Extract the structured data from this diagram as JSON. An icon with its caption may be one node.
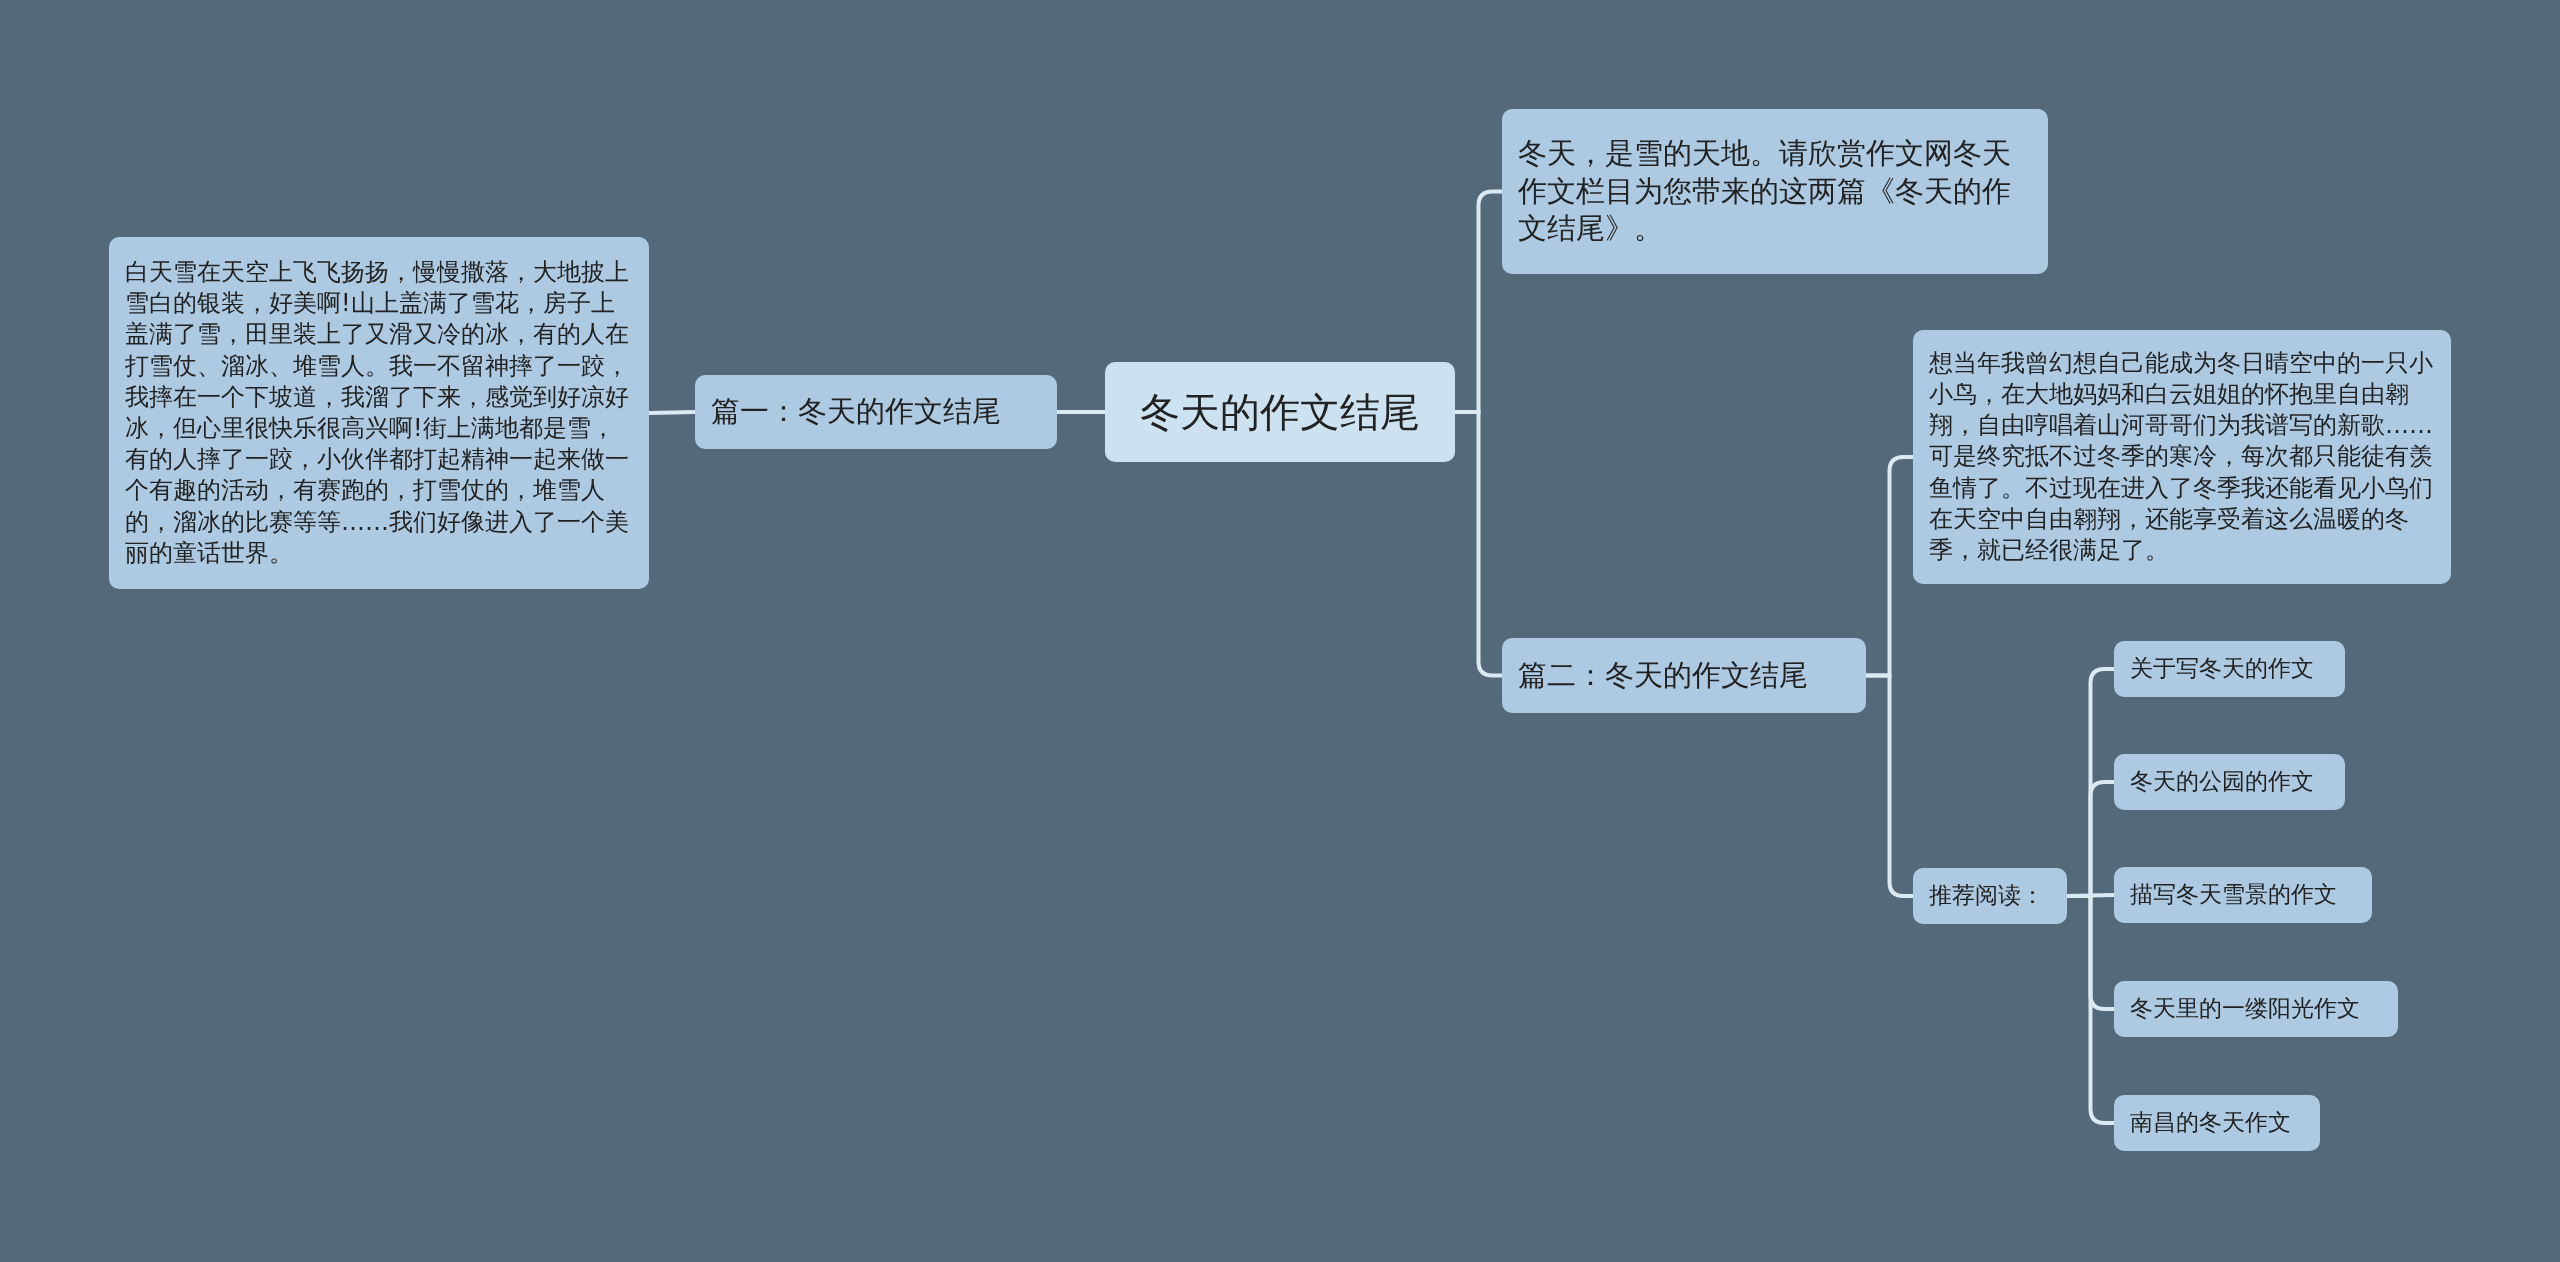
{
  "diagram": {
    "nodes": [
      {
        "text": [
          "冬天的作文结尾"
        ]
      },
      {
        "text": [
          "篇一：冬天的作文结尾"
        ]
      },
      {
        "text": [
          "白天雪在天空上飞飞扬扬，慢慢撒落，大地披上雪白的银装，好美啊!山上盖满了雪花，房子上盖满了雪，田里装上了又滑又冷的冰，有的人在打雪仗、溜冰、堆雪人。我一不留神摔了一跤，我摔在一个下坡道，我溜了下来，感觉到好凉好冰，但心里很快乐很高兴啊!街上满地都是雪，有的人摔了一跤，小伙伴都打起精神一起来做一个有趣的活动，有赛跑的，打雪仗的，堆雪人的，溜冰的比赛等等……我们好像进入了一个美丽的童话世界。"
        ]
      },
      {
        "text": [
          "冬天，是雪的天地。请欣赏作文网冬天作文栏目为您带来的这两篇《冬天的作文结尾》。"
        ]
      },
      {
        "text": [
          "篇二：冬天的作文结尾"
        ]
      },
      {
        "text": [
          "想当年我曾幻想自己能成为冬日晴空中的一只小小鸟，在大地妈妈和白云姐姐的怀抱里自由翱翔，自由哼唱着山河哥哥们为我谱写的新歌……可是终究抵不过冬季的寒冷，每次都只能徒有羡鱼情了。不过现在进入了冬季我还能看见小鸟们在天空中自由翱翔，还能享受着这么温暖的冬季，就已经很满足了。"
        ]
      },
      {
        "text": [
          "推荐阅读："
        ]
      },
      {
        "text": [
          "关于写冬天的作文"
        ]
      },
      {
        "text": [
          "冬天的公园的作文"
        ]
      },
      {
        "text": [
          "描写冬天雪景的作文"
        ]
      },
      {
        "text": [
          "冬天里的一缕阳光作文"
        ]
      },
      {
        "text": [
          "南昌的冬天作文"
        ]
      }
    ],
    "edges": [
      {
        "from": 0,
        "to": 1,
        "arrow": "none"
      },
      {
        "from": 1,
        "to": 2,
        "arrow": "none"
      },
      {
        "from": 0,
        "to": 3,
        "arrow": "none"
      },
      {
        "from": 0,
        "to": 4,
        "arrow": "none"
      },
      {
        "from": 4,
        "to": 5,
        "arrow": "none"
      },
      {
        "from": 4,
        "to": 6,
        "arrow": "none"
      },
      {
        "from": 6,
        "to": 7,
        "arrow": "none"
      },
      {
        "from": 6,
        "to": 8,
        "arrow": "none"
      },
      {
        "from": 6,
        "to": 9,
        "arrow": "none"
      },
      {
        "from": 6,
        "to": 10,
        "arrow": "none"
      },
      {
        "from": 6,
        "to": 11,
        "arrow": "none"
      }
    ]
  }
}
